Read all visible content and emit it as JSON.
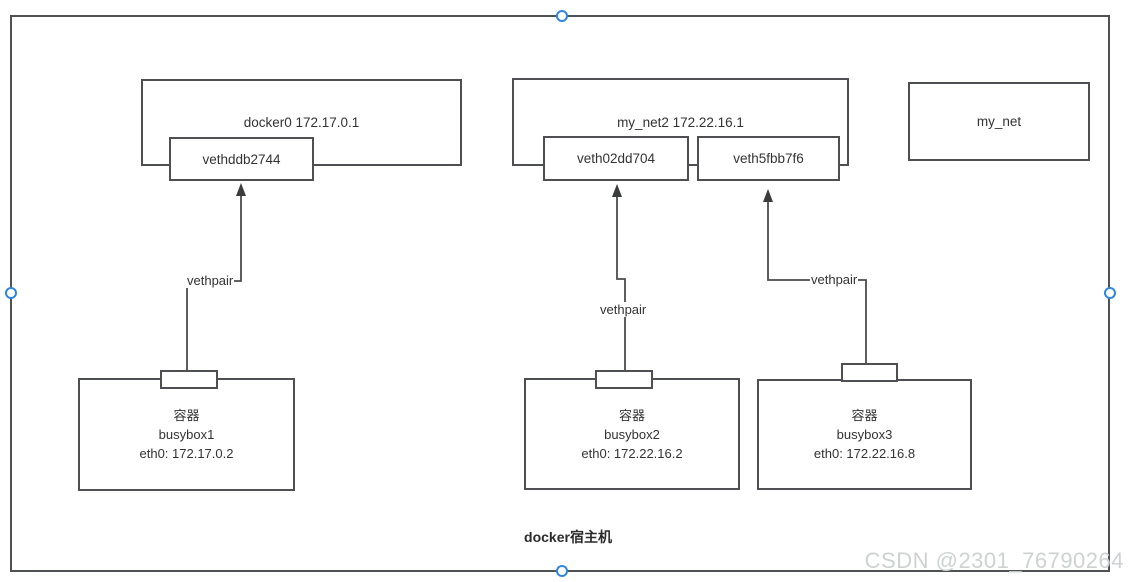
{
  "diagram": {
    "host_label": "docker宿主机",
    "watermark": "CSDN @2301_76790264",
    "networks": [
      {
        "label": "docker0 172.17.0.1"
      },
      {
        "label": "my_net2 172.22.16.1"
      },
      {
        "label": "my_net"
      }
    ],
    "veths": [
      {
        "label": "vethddb2744"
      },
      {
        "label": "veth02dd704"
      },
      {
        "label": "veth5fbb7f6"
      }
    ],
    "containers": [
      {
        "kind": "容器",
        "name": "busybox1",
        "iface": "eth0: 172.17.0.2"
      },
      {
        "kind": "容器",
        "name": "busybox2",
        "iface": "eth0: 172.22.16.2"
      },
      {
        "kind": "容器",
        "name": "busybox3",
        "iface": "eth0: 172.22.16.8"
      }
    ],
    "links": [
      {
        "label": "vethpair"
      },
      {
        "label": "vethpair"
      },
      {
        "label": "vethpair"
      }
    ],
    "colors": {
      "line": "#4d4f52",
      "text": "#333333",
      "handle_accent": "#2e86de",
      "watermark": "#ced1d2"
    }
  }
}
